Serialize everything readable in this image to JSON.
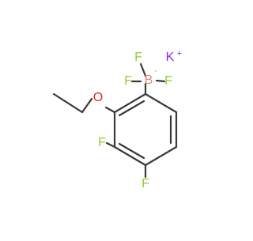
{
  "molecule": {
    "colors": {
      "bond": "#3a3a3a",
      "fluorine": "#8fcf34",
      "oxygen": "#e8231c",
      "potassium": "#8a2be2",
      "boron": "#e08a7c"
    },
    "atoms": {
      "potassium": {
        "symbol": "K",
        "charge": "+"
      },
      "boron": {
        "symbol": "B",
        "charge": "-"
      },
      "fluorine_top": "F",
      "fluorine_left": "F",
      "fluorine_right": "F",
      "oxygen": "O",
      "fluorine_ring_3": "F",
      "fluorine_ring_4": "F"
    }
  }
}
